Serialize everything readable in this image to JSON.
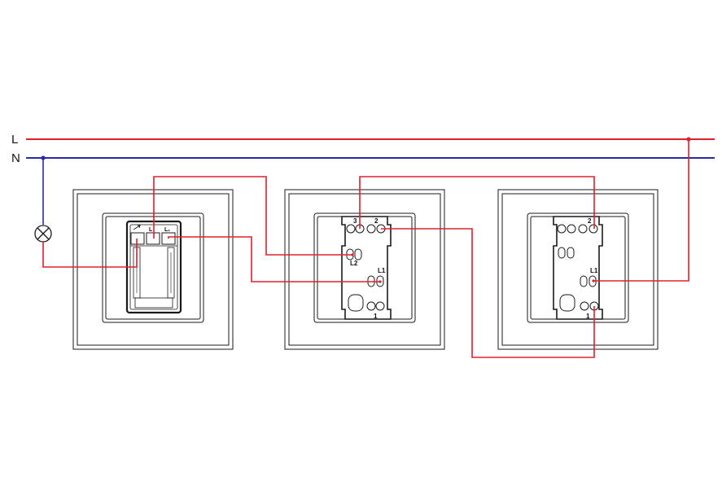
{
  "lines": {
    "live": "L",
    "neutral": "N"
  },
  "colors": {
    "live": "#e0202a",
    "neutral": "#2a2aa8",
    "outline": "#1a1a1a",
    "background": "#ffffff"
  },
  "icons": {
    "lamp": "lamp-icon",
    "module_a_terminal_1": "arrow-terminal-icon"
  },
  "module_a": {
    "terminal_2": "L",
    "terminal_3": "L₁"
  },
  "module_b": {
    "terminal_top_left": "3",
    "terminal_top_right": "2",
    "terminal_mid_left": "L2",
    "terminal_mid_right": "L1",
    "terminal_bottom": "1"
  },
  "module_c": {
    "terminal_top": "2",
    "terminal_mid": "L1",
    "terminal_bottom": "1"
  }
}
